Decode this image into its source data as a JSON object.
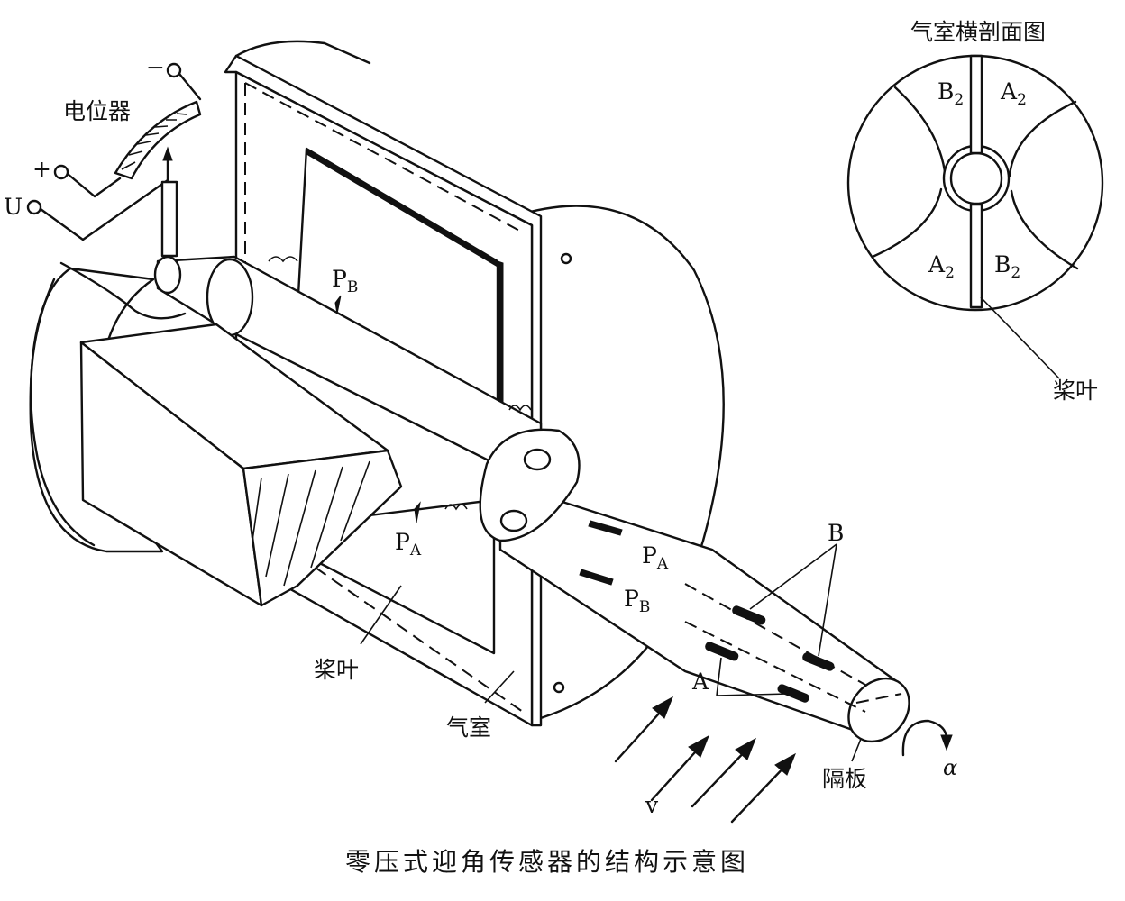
{
  "labels": {
    "potentiometer": "电位器",
    "minus": "−",
    "plus": "+",
    "voltage": "U",
    "pb_main": "P",
    "pb_main_sub": "B",
    "pa_main": "P",
    "pa_main_sub": "A",
    "pa_probe": "P",
    "pa_probe_sub": "A",
    "pb_probe": "P",
    "pb_probe_sub": "B",
    "label_b": "B",
    "label_a": "A",
    "paddle": "桨叶",
    "air_chamber": "气室",
    "partition": "隔板",
    "alpha": "α",
    "velocity": "v"
  },
  "section": {
    "title": "气室横剖面图",
    "b2_top": "B",
    "b2_top_sub": "2",
    "a2_top": "A",
    "a2_top_sub": "2",
    "a2_bottom": "A",
    "a2_bottom_sub": "2",
    "b2_bottom": "B",
    "b2_bottom_sub": "2",
    "paddle": "桨叶"
  },
  "caption": "零压式迎角传感器的结构示意图"
}
